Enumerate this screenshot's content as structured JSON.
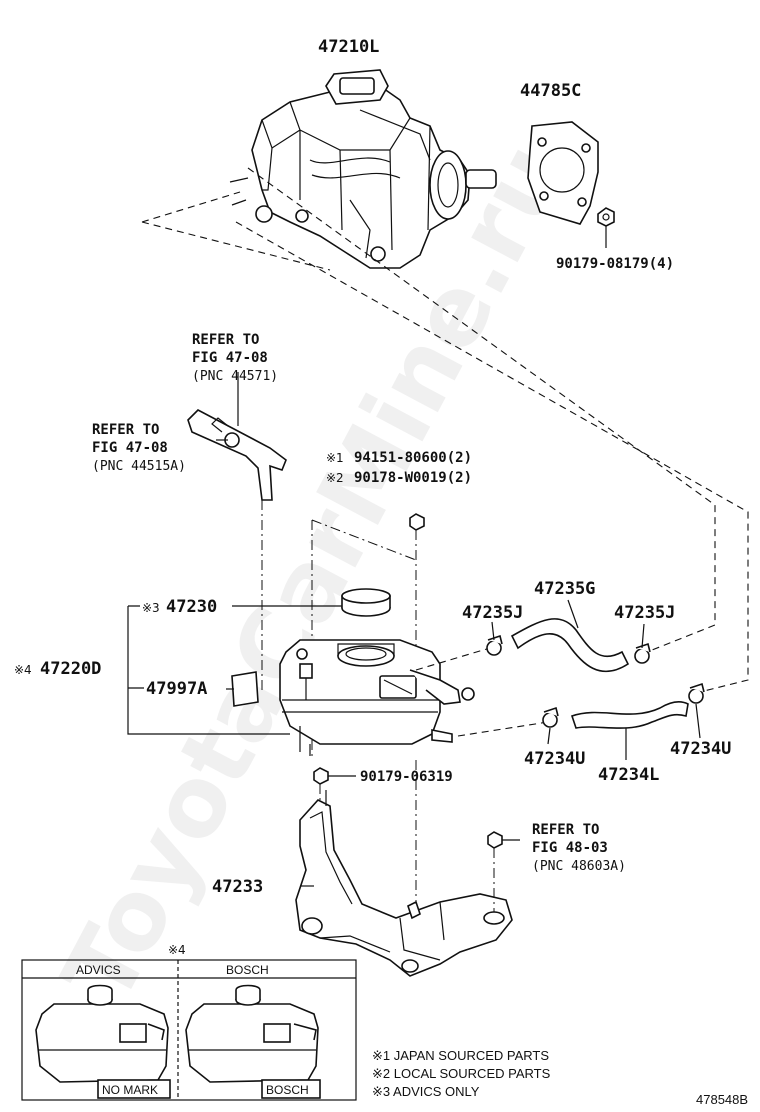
{
  "watermark": "ToyotaCarMine.ru",
  "figure_id": "478548B",
  "parts": {
    "p47210L": "47210L",
    "p44785C": "44785C",
    "p90179_08179": "90179-08179(4)",
    "p47230": "47230",
    "p47220D": "47220D",
    "p47997A": "47997A",
    "p47235G": "47235G",
    "p47235J_left": "47235J",
    "p47235J_right": "47235J",
    "p47234U_left": "47234U",
    "p47234U_right": "47234U",
    "p47234L": "47234L",
    "p90179_06319": "90179-06319",
    "p47233": "47233",
    "p94151": "94151-80600(2)",
    "p90178": "90178-W0019(2)"
  },
  "marks": {
    "m1": "※1",
    "m2": "※2",
    "m3": "※3",
    "m4": "※4",
    "m4_box": "※4"
  },
  "refs": {
    "r1_line1": "REFER TO",
    "r1_line2": "FIG 47-08",
    "r1_pnc": "(PNC 44571)",
    "r2_line1": "REFER TO",
    "r2_line2": "FIG 47-08",
    "r2_pnc": "(PNC 44515A)",
    "r3_line1": "REFER TO",
    "r3_line2": "FIG 48-03",
    "r3_pnc": "(PNC 48603A)"
  },
  "inset": {
    "col1_title": "ADVICS",
    "col2_title": "BOSCH",
    "col1_label": "NO MARK",
    "col2_label": "BOSCH"
  },
  "legend": [
    "※1 JAPAN SOURCED PARTS",
    "※2 LOCAL SOURCED PARTS",
    "※3 ADVICS ONLY"
  ]
}
